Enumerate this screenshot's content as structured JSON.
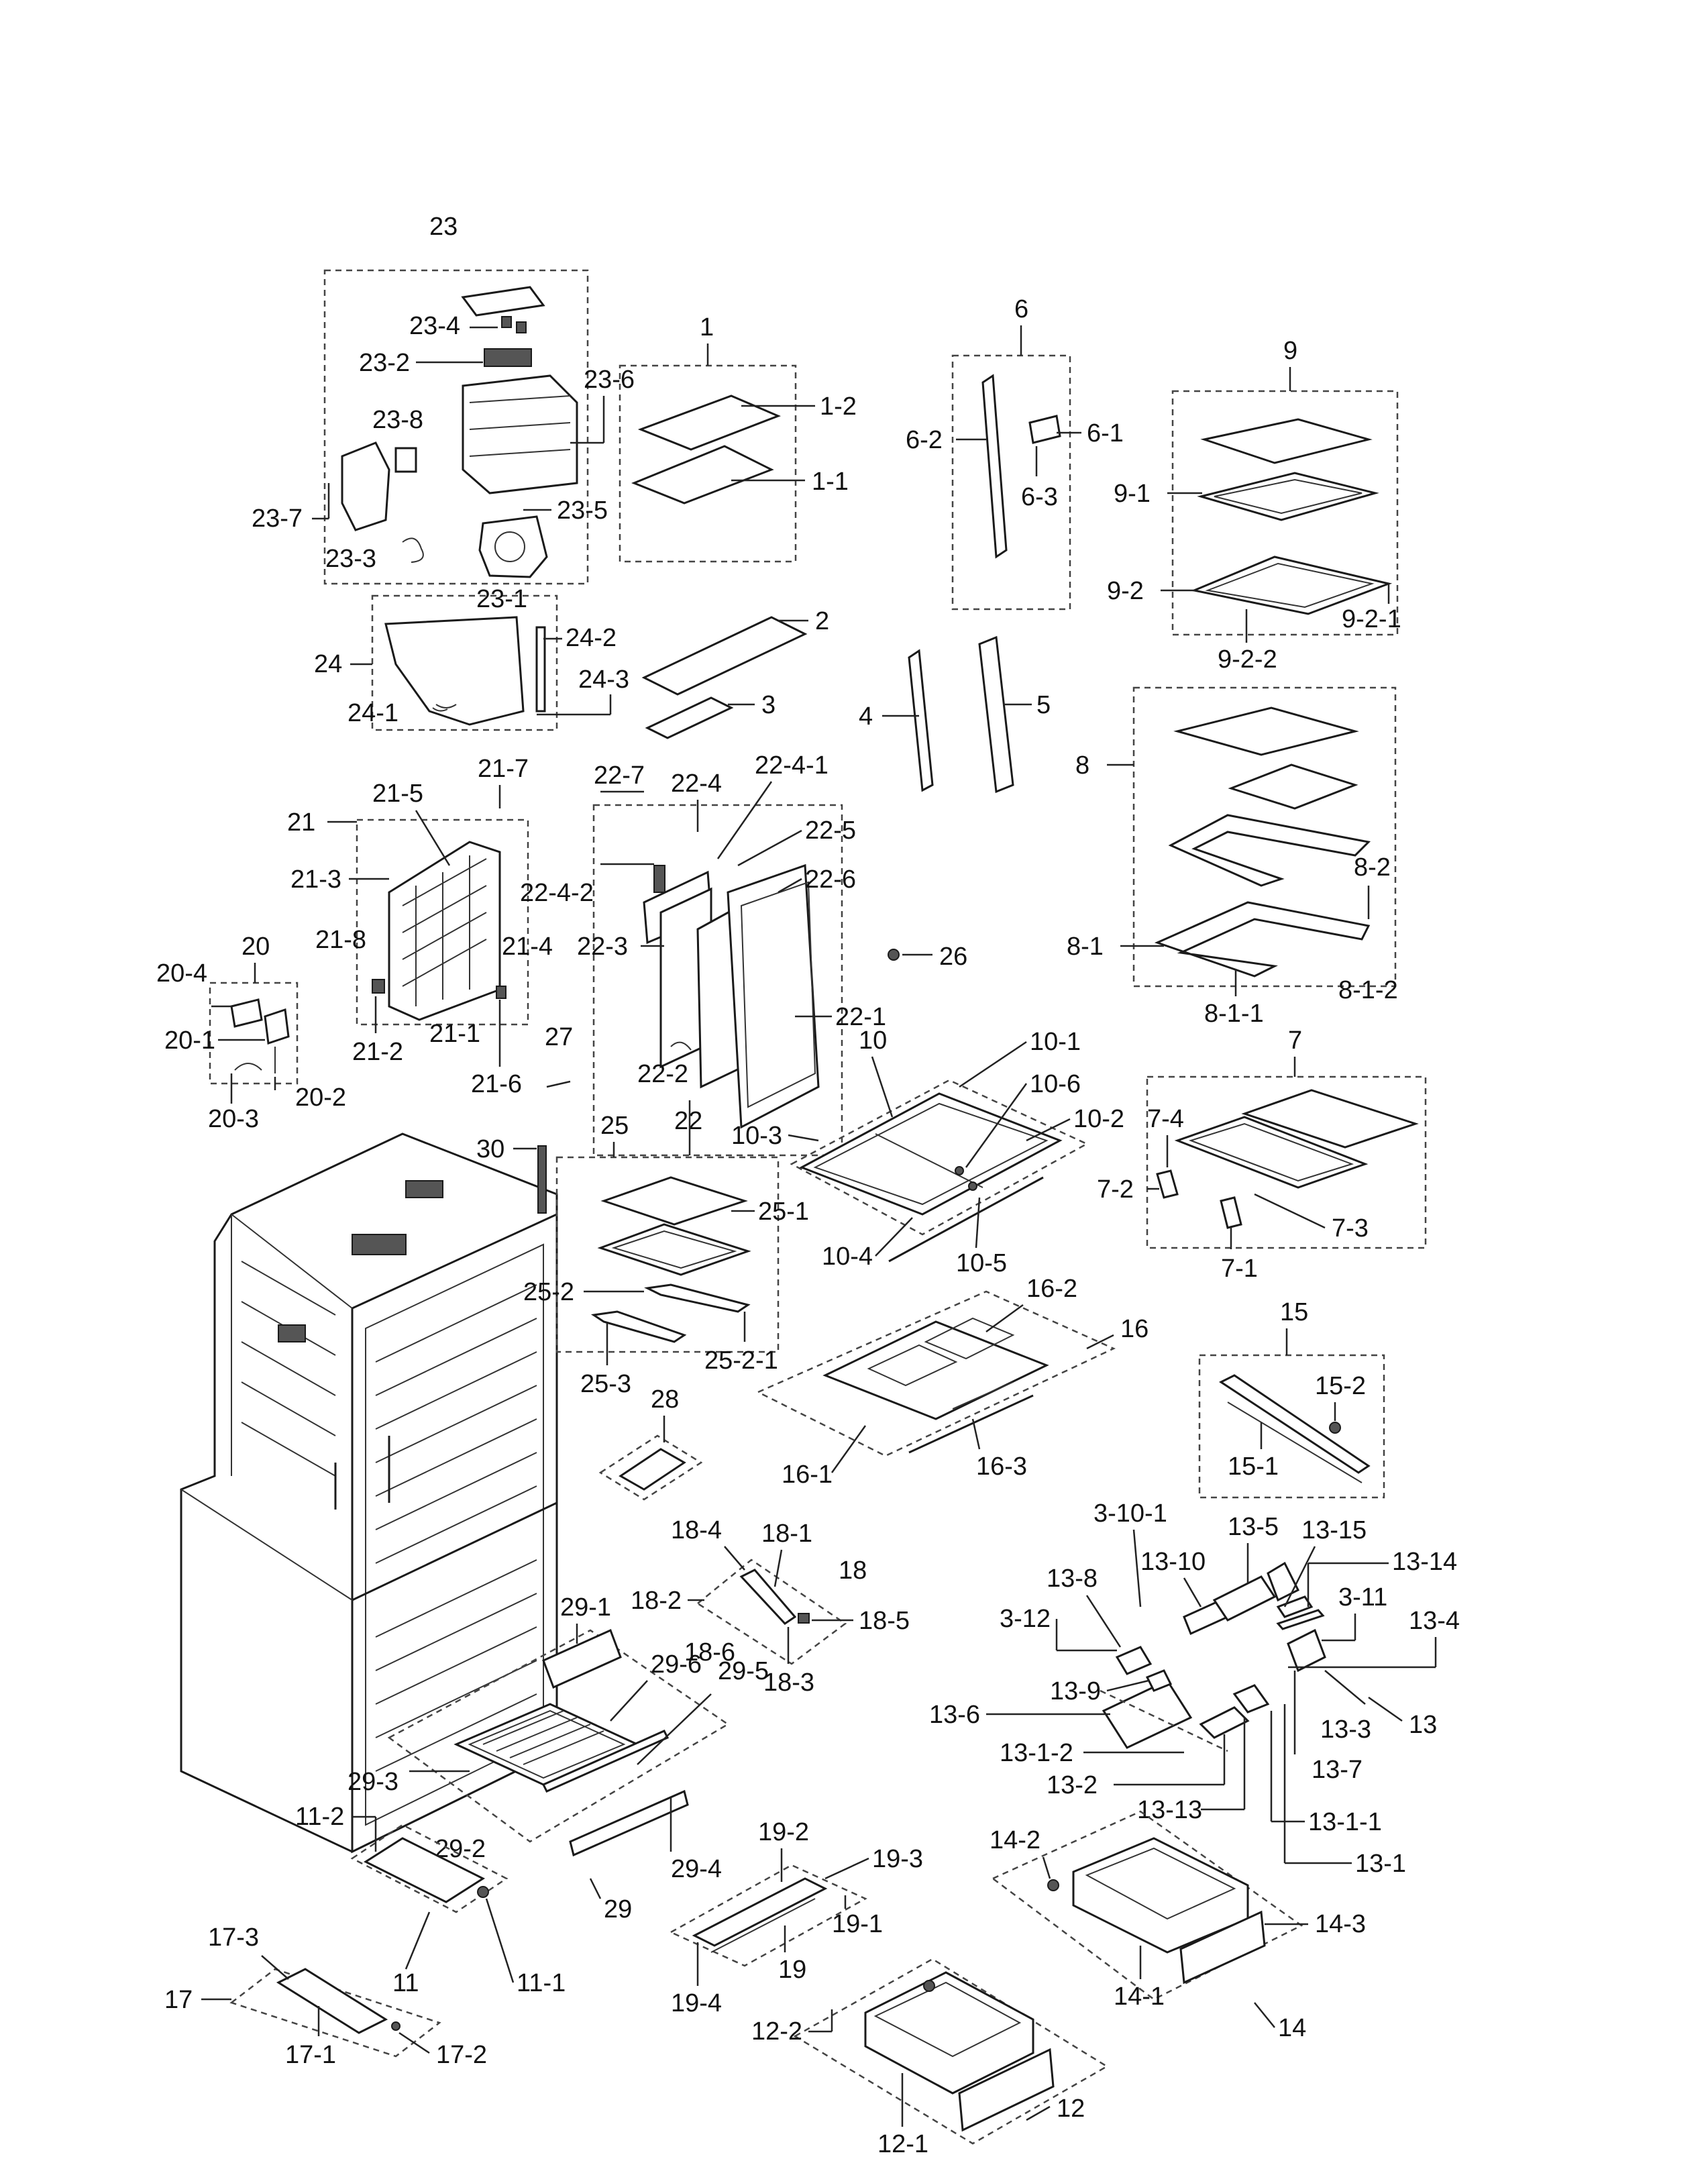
{
  "labels": {
    "l_23": "23",
    "l_23_4": "23-4",
    "l_23_2": "23-2",
    "l_23_6": "23-6",
    "l_23_8": "23-8",
    "l_23_7": "23-7",
    "l_23_5": "23-5",
    "l_23_3": "23-3",
    "l_23_1": "23-1",
    "l_1": "1",
    "l_1_2": "1-2",
    "l_1_1": "1-1",
    "l_2": "2",
    "l_3": "3",
    "l_6": "6",
    "l_6_2": "6-2",
    "l_6_1": "6-1",
    "l_6_3": "6-3",
    "l_9": "9",
    "l_9_1": "9-1",
    "l_9_2": "9-2",
    "l_9_2_1": "9-2-1",
    "l_9_2_2": "9-2-2",
    "l_24": "24",
    "l_24_2": "24-2",
    "l_24_3": "24-3",
    "l_24_1": "24-1",
    "l_4": "4",
    "l_5": "5",
    "l_8": "8",
    "l_8_2": "8-2",
    "l_8_1": "8-1",
    "l_8_1_1": "8-1-1",
    "l_8_1_2": "8-1-2",
    "l_21": "21",
    "l_21_5": "21-5",
    "l_21_7": "21-7",
    "l_21_3": "21-3",
    "l_21_8": "21-8",
    "l_21_4": "21-4",
    "l_21_2": "21-2",
    "l_21_1": "21-1",
    "l_21_6": "21-6",
    "l_22_7": "22-7",
    "l_22_4": "22-4",
    "l_22_4_1": "22-4-1",
    "l_22_5": "22-5",
    "l_22_4_2": "22-4-2",
    "l_22_6": "22-6",
    "l_22_3": "22-3",
    "l_22_1": "22-1",
    "l_22_2": "22-2",
    "l_22": "22",
    "l_26": "26",
    "l_27": "27",
    "l_20": "20",
    "l_20_4": "20-4",
    "l_20_1": "20-1",
    "l_20_2": "20-2",
    "l_20_3": "20-3",
    "l_10": "10",
    "l_10_1": "10-1",
    "l_10_6": "10-6",
    "l_10_3": "10-3",
    "l_10_2": "10-2",
    "l_10_4": "10-4",
    "l_10_5": "10-5",
    "l_7": "7",
    "l_7_4": "7-4",
    "l_7_2": "7-2",
    "l_7_3": "7-3",
    "l_7_1": "7-1",
    "l_30": "30",
    "l_25": "25",
    "l_25_1": "25-1",
    "l_25_2": "25-2",
    "l_25_2_1": "25-2-1",
    "l_25_3": "25-3",
    "l_16": "16",
    "l_16_2": "16-2",
    "l_16_1": "16-1",
    "l_16_3": "16-3",
    "l_15": "15",
    "l_15_2": "15-2",
    "l_15_1": "15-1",
    "l_28": "28",
    "l_18_4": "18-4",
    "l_18_1": "18-1",
    "l_18": "18",
    "l_18_2": "18-2",
    "l_18_5": "18-5",
    "l_18_6": "18-6",
    "l_18_3": "18-3",
    "l_3_10_1": "3-10-1",
    "l_13_5": "13-5",
    "l_13_15": "13-15",
    "l_13_14": "13-14",
    "l_13_10": "13-10",
    "l_3_11": "3-11",
    "l_13_8": "13-8",
    "l_3_12": "3-12",
    "l_13_4": "13-4",
    "l_13_9": "13-9",
    "l_13_3": "13-3",
    "l_13": "13",
    "l_13_6": "13-6",
    "l_13_1_2": "13-1-2",
    "l_13_7": "13-7",
    "l_13_2": "13-2",
    "l_13_13": "13-13",
    "l_13_1_1": "13-1-1",
    "l_13_1": "13-1",
    "l_29_1": "29-1",
    "l_29_6": "29-6",
    "l_29_5": "29-5",
    "l_29_3": "29-3",
    "l_29_2": "29-2",
    "l_29_4": "29-4",
    "l_29": "29",
    "l_19_2": "19-2",
    "l_19_3": "19-3",
    "l_19_1": "19-1",
    "l_19": "19",
    "l_19_4": "19-4",
    "l_14_2": "14-2",
    "l_14_3": "14-3",
    "l_14_1": "14-1",
    "l_14": "14",
    "l_11_2": "11-2",
    "l_11": "11",
    "l_11_1": "11-1",
    "l_17_3": "17-3",
    "l_17": "17",
    "l_17_1": "17-1",
    "l_17_2": "17-2",
    "l_12_2": "12-2",
    "l_12_1": "12-1",
    "l_12": "12"
  }
}
